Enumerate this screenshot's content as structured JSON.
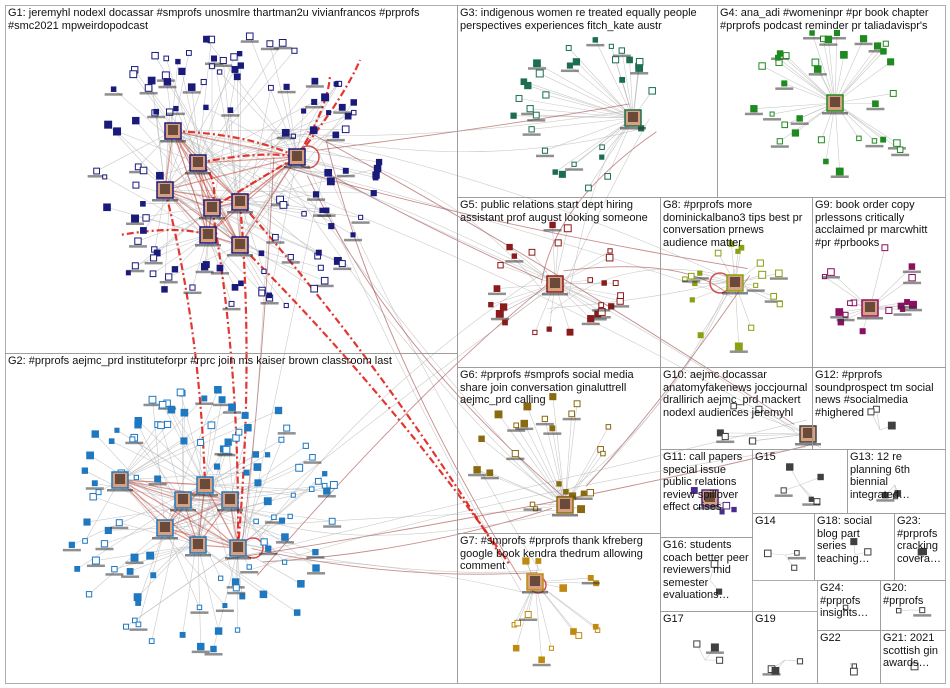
{
  "groups": [
    {
      "id": "G1",
      "label": "G1: jeremyhl nodexl docassar #smprofs unosmlre thartman2u vivianfrancos #prprofs #smc2021 mpweirdopodcast",
      "color": "#1a1a7a"
    },
    {
      "id": "G2",
      "label": "G2: #prprofs aejmc_prd instituteforpr #rprc join ms kaiser brown classroom last",
      "color": "#1f78c0"
    },
    {
      "id": "G3",
      "label": "G3: indigenous women re treated equally people perspectives experiences fitch_kate austr",
      "color": "#1b6e4e"
    },
    {
      "id": "G4",
      "label": "G4: ana_adi #womeninpr #pr book chapter #prprofs podcast reminder pr taliadavispr's",
      "color": "#1f8a1f"
    },
    {
      "id": "G5",
      "label": "G5: public relations start dept hiring assistant prof august looking someone",
      "color": "#8b1a1a"
    },
    {
      "id": "G6",
      "label": "G6: #prprofs #smprofs social media share join conversation ginaluttrell aejmc_prd calling",
      "color": "#8a6a10"
    },
    {
      "id": "G7",
      "label": "G7: #smprofs #prprofs thank kfreberg google book kendra thedrum allowing comment",
      "color": "#c08a10"
    },
    {
      "id": "G8",
      "label": "G8: #prprofs more dominickalbano3 tips best pr conversation prnews audience matter",
      "color": "#8aa010"
    },
    {
      "id": "G9",
      "label": "G9: book order copy prlessons critically acclaimed pr marcwhitt #pr #prbooks",
      "color": "#8a1060"
    },
    {
      "id": "G10",
      "label": "G10: aejmc docassar anatomyfakenews joccjournal drallirich aejmc_prd mackert nodexl audiences jeremyhl",
      "color": "#404040"
    },
    {
      "id": "G11",
      "label": "G11: call papers special issue public relations review spillover effect crises",
      "color": "#4a2a8a"
    },
    {
      "id": "G12",
      "label": "G12: #prprofs soundprospect tm social news #socialmedia #highered",
      "color": "#404040"
    },
    {
      "id": "G13",
      "label": "G13: 12 re planning 6th biennial integrated…",
      "color": "#404040"
    },
    {
      "id": "G14",
      "label": "G14",
      "color": "#404040"
    },
    {
      "id": "G15",
      "label": "G15",
      "color": "#404040"
    },
    {
      "id": "G16",
      "label": "G16: students coach better peer reviewers mid semester evaluations…",
      "color": "#404040"
    },
    {
      "id": "G17",
      "label": "G17",
      "color": "#404040"
    },
    {
      "id": "G18",
      "label": "G18: social blog part series teaching…",
      "color": "#404040"
    },
    {
      "id": "G19",
      "label": "G19",
      "color": "#404040"
    },
    {
      "id": "G20",
      "label": "G20: #prprofs",
      "color": "#404040"
    },
    {
      "id": "G21",
      "label": "G21: 2021 scottish gin awards…",
      "color": "#404040"
    },
    {
      "id": "G22",
      "label": "G22",
      "color": "#404040"
    },
    {
      "id": "G23",
      "label": "G23: #prprofs cracking covera…",
      "color": "#404040"
    },
    {
      "id": "G24",
      "label": "G24: #prprofs insights…",
      "color": "#404040"
    }
  ]
}
